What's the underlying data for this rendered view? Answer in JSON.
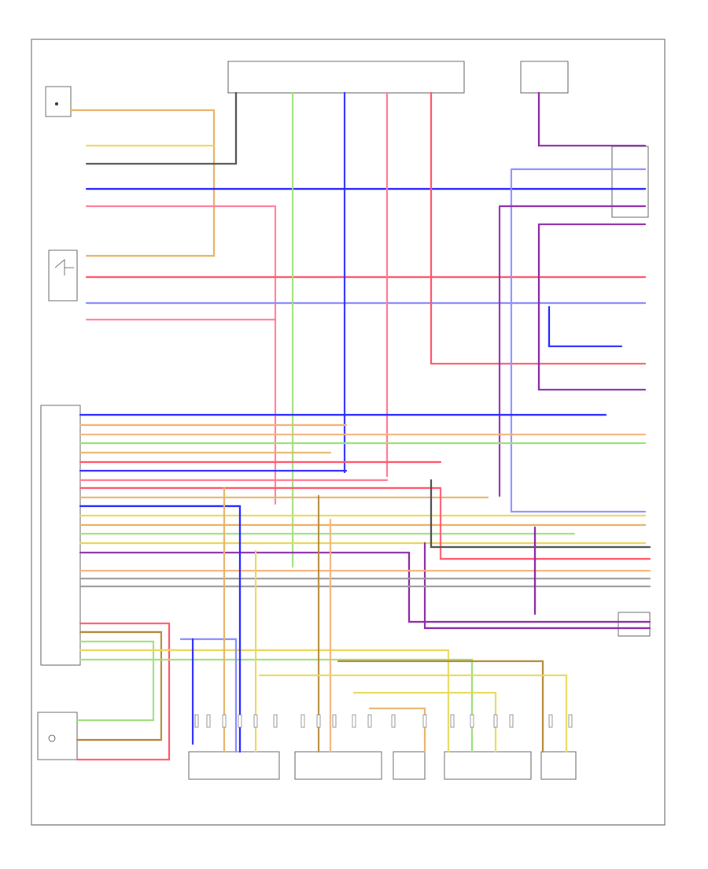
{
  "diagram": {
    "footer_id": "",
    "wire_colors": {
      "yellow": "#e9d85a",
      "orange": "#e7b46b",
      "green": "#9fe07a",
      "blue": "#2b2bff",
      "red": "#ff5a6e",
      "pink": "#ff7f9a",
      "purple": "#8d2ca8",
      "gray": "#9a9a9a",
      "dark": "#555555",
      "black": "#222222",
      "brown": "#b58b3a",
      "light_blue": "#8f8fff",
      "peach": "#f4b37a"
    },
    "fuse_blocks": [
      {
        "name": "fuse-1",
        "label": ""
      },
      {
        "name": "fuse-2",
        "label": ""
      },
      {
        "name": "fuse-3",
        "label": ""
      },
      {
        "name": "fuse-4",
        "label": ""
      },
      {
        "name": "fuse-5",
        "label": ""
      }
    ]
  }
}
